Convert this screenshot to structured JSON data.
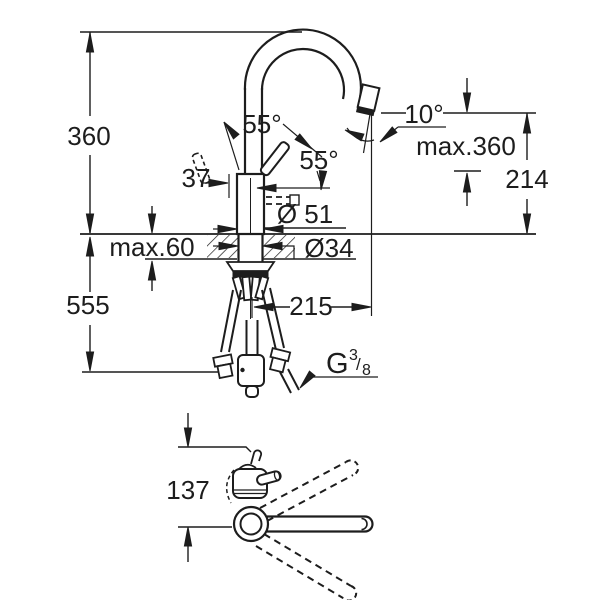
{
  "drawing": {
    "type": "faucet-dimensional-drawing",
    "colors": {
      "line": "#1d1d1d",
      "background": "#ffffff"
    },
    "labels": {
      "height_above_counter": "360",
      "total_height_below": "555",
      "spout_swivel_angle": "55°",
      "handle_swivel_angle": "55°",
      "body_width": "37",
      "outlet_angle": "10°",
      "hose_extension": "max.360",
      "outlet_height": "214",
      "base_diameter": "Ø 51",
      "counter_thickness": "max.60",
      "hole_diameter": "Ø34",
      "spout_reach": "215",
      "thread_prefix": "G",
      "thread_numerator": "3",
      "thread_slash": "/",
      "thread_denominator": "8",
      "handle_clearance": "137"
    }
  }
}
